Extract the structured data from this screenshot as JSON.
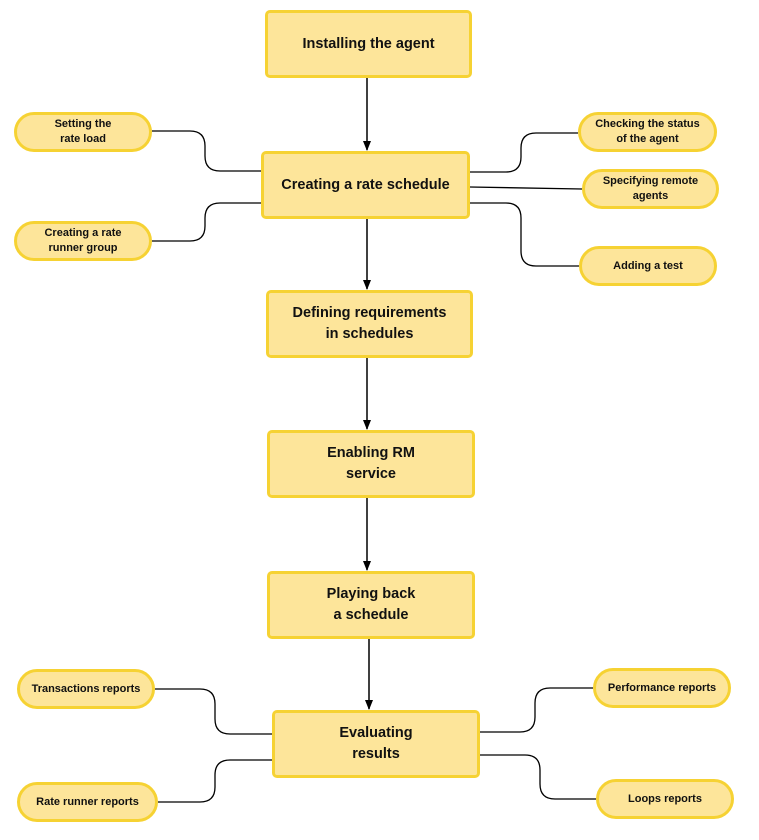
{
  "steps": {
    "installing": "Installing the agent",
    "creating_schedule": "Creating a rate schedule",
    "defining_requirements": "Defining requirements\nin schedules",
    "enabling_rm": "Enabling RM\nservice",
    "playing_back": "Playing back\na schedule",
    "evaluating": "Evaluating\nresults"
  },
  "options": {
    "setting_rate_load": "Setting the\nrate load",
    "creating_runner_group": "Creating a rate\nrunner group",
    "checking_status": "Checking the status\nof the agent",
    "specifying_remote": "Specifying remote\nagents",
    "adding_test": "Adding a test",
    "transactions_reports": "Transactions reports",
    "rate_runner_reports": "Rate runner reports",
    "performance_reports": "Performance reports",
    "loops_reports": "Loops reports"
  },
  "colors": {
    "node_fill": "#fde59a",
    "node_border": "#f6d233",
    "connector": "#000000"
  }
}
